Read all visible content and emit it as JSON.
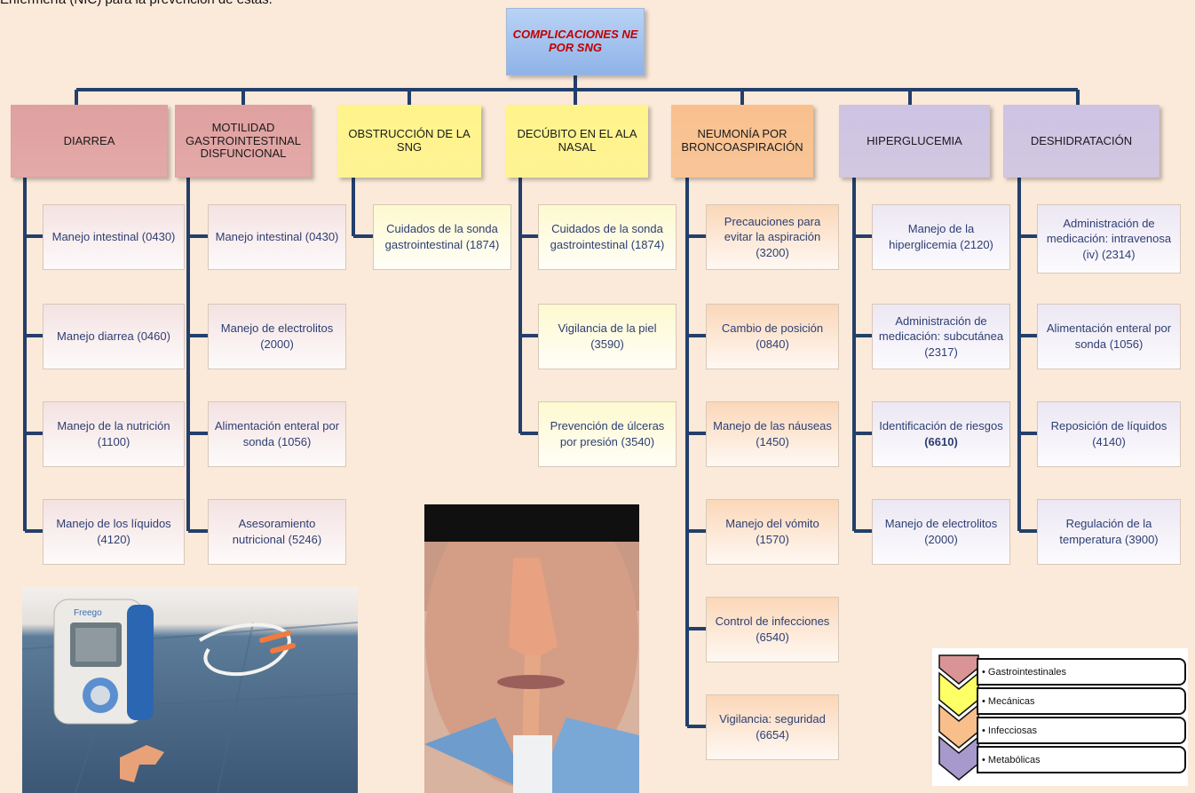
{
  "intro_text": "Enfermería (NIC) para la prevención de estas.",
  "root_title": "COMPLICACIONES NE POR SNG",
  "categories": [
    {
      "label": "DIARREA",
      "color": "#dfa0a0",
      "items": [
        "Manejo intestinal (0430)",
        "Manejo diarrea (0460)",
        "Manejo de la nutrición (1100)",
        "Manejo de los líquidos (4120)"
      ]
    },
    {
      "label": "MOTILIDAD GASTROINTESTINAL DISFUNCIONAL",
      "color": "#dfa0a0",
      "items": [
        "Manejo intestinal (0430)",
        "Manejo de electrolitos (2000)",
        "Alimentación enteral por sonda (1056)",
        "Asesoramiento nutricional (5246)"
      ]
    },
    {
      "label": "OBSTRUCCIÓN DE LA SNG",
      "color": "#fff48a",
      "items": [
        "Cuidados de la sonda gastrointestinal (1874)"
      ]
    },
    {
      "label": "DECÚBITO EN EL ALA NASAL",
      "color": "#fff48a",
      "items": [
        "Cuidados de la sonda gastrointestinal (1874)",
        "Vigilancia de la piel (3590)",
        "Prevención de úlceras por presión (3540)"
      ]
    },
    {
      "label": "NEUMONÍA POR BRONCOASPIRACIÓN",
      "color": "#f9c08e",
      "items": [
        "Precauciones para evitar la aspiración (3200)",
        "Cambio de posición (0840)",
        "Manejo de las náuseas (1450)",
        "Manejo del vómito (1570)",
        "Control de infecciones (6540)",
        "Vigilancia: seguridad (6654)"
      ]
    },
    {
      "label": "HIPERGLUCEMIA",
      "color": "#cdc3e3",
      "items": [
        "Manejo de la hiperglicemia (2120)",
        "Administración de medicación: subcutánea (2317)",
        "Identificación de riesgos",
        "Manejo de electrolitos (2000)"
      ]
    },
    {
      "label": "DESHIDRATACIÓN",
      "color": "#cdc3e3",
      "items": [
        "Administración de medicación: intravenosa (iv) (2314)",
        "Alimentación enteral por sonda (1056)",
        "Reposición de líquidos (4140)",
        "Regulación de la temperatura (3900)"
      ]
    }
  ],
  "bold_code": "(6610)",
  "pump_brand": "Freego",
  "legend": [
    {
      "label": "Gastrointestinales",
      "color": "#d99595"
    },
    {
      "label": "Mecánicas",
      "color": "#ffff66"
    },
    {
      "label": "Infecciosas",
      "color": "#f9bf8a"
    },
    {
      "label": "Metabólicas",
      "color": "#a899cc"
    }
  ],
  "colors": {
    "connector": "#233f6b",
    "background": "#fbe9d9",
    "root_text": "#c00000",
    "leaf_text": "#2d3e73"
  }
}
